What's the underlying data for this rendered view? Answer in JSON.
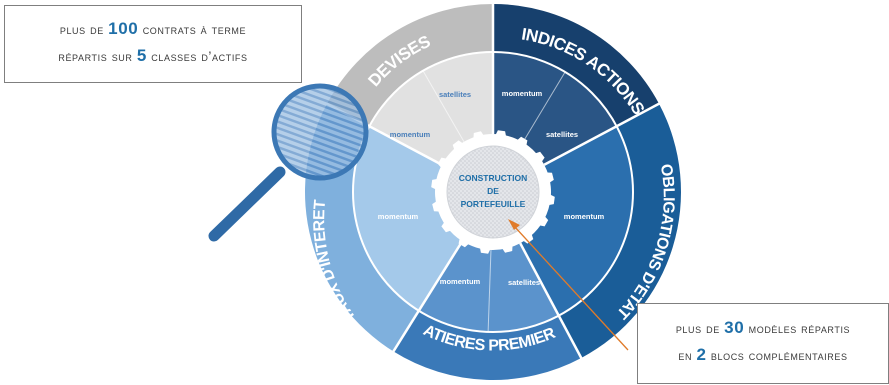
{
  "callouts": {
    "top": {
      "line1": {
        "pre": "plus de ",
        "num": "100",
        "post": " contrats à terme"
      },
      "line2": {
        "pre": "répartis sur ",
        "num": "5",
        "post": " classes d’actifs"
      }
    },
    "bottom": {
      "line1": {
        "pre": "plus de ",
        "num": "30",
        "post": " modèles répartis"
      },
      "line2": {
        "pre": "en ",
        "num": "2",
        "post": " blocs complémentaires"
      }
    }
  },
  "wheel": {
    "center": {
      "line1": "CONSTRUCTION",
      "line2": "DE",
      "line3": "PORTEFEUILLE"
    },
    "sectors": [
      {
        "name": "INDICES ACTIONS",
        "color": "#17406d",
        "inner_light": "#2a5585"
      },
      {
        "name": "OBLIGATIONS D'ETAT",
        "color": "#1a5d98",
        "inner_light": "#2b6fae"
      },
      {
        "name": "MATIERES PREMIERES",
        "color": "#3a79b8",
        "inner_light": "#5b93cc"
      },
      {
        "name": "TAUX D'INTERET",
        "color": "#7fb0dd",
        "inner_light": "#a4c9ea"
      },
      {
        "name": "DEVISES",
        "color": "#bdbdbd",
        "inner_light": "#e1e1e1"
      }
    ],
    "inner_labels": {
      "indices_momentum": "momentum",
      "indices_satellites": "satellites",
      "obligations_momentum": "momentum",
      "matieres_momentum": "momentum",
      "matieres_satellites": "satellites",
      "taux_momentum": "momentum",
      "devises_satellites": "satellites",
      "devises_momentum": "momentum"
    }
  },
  "colors": {
    "accent": "#1f6fa8",
    "arrow": "#e07b2a",
    "magnifier": "#3c78b5"
  }
}
